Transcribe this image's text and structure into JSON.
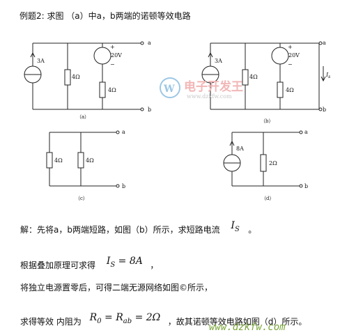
{
  "header": {
    "example_title": "例题2:   求图 （a）中a，b两端的诺顿等效电路"
  },
  "circuits": {
    "a": {
      "caption": "（a）",
      "source_label": "3A",
      "r1": "4Ω",
      "r2": "4Ω",
      "vsrc": "20V",
      "plus": "+",
      "minus": "−",
      "term_a": "a",
      "term_b": "b"
    },
    "b": {
      "caption": "（b）",
      "source_label": "3A",
      "r1": "4Ω",
      "r2": "4Ω",
      "vsrc": "20V",
      "plus": "+",
      "minus": "−",
      "isc": "I",
      "isc_sub": "s",
      "term_a": "a",
      "term_b": "b"
    },
    "c": {
      "caption": "（c）",
      "r1": "4Ω",
      "r2": "4Ω",
      "term_a": "a",
      "term_b": "b"
    },
    "d": {
      "caption": "（d）",
      "source_label": "8A",
      "r1": "2Ω",
      "term_a": "a",
      "term_b": "b"
    }
  },
  "watermark": {
    "logo_text": "电子开发王",
    "logo_url": "www.dzkfw.com",
    "footer_url": "www.dzkfw.com"
  },
  "solution": {
    "line1_prefix": "解：先将a，b两端短路，如图（b）所示，求短路电流",
    "line1_math": "I",
    "line1_sub": "S",
    "line1_suffix": "。",
    "line2_prefix": "根据叠加原理可求得",
    "line2_math": "I",
    "line2_sub": "S",
    "line2_eq": " = 8A",
    "line2_suffix": "，",
    "line3": "将独立电源置零后，可得二端无源网络如图©所示，",
    "line4_prefix": "求得等效  内阻为",
    "line4_math": "R",
    "line4_sub0": "0",
    "line4_mid": " = R",
    "line4_sub1": "ab",
    "line4_eq": " = 2Ω",
    "line4_suffix": "，故其诺顿等效电路如图（d）所示。"
  }
}
